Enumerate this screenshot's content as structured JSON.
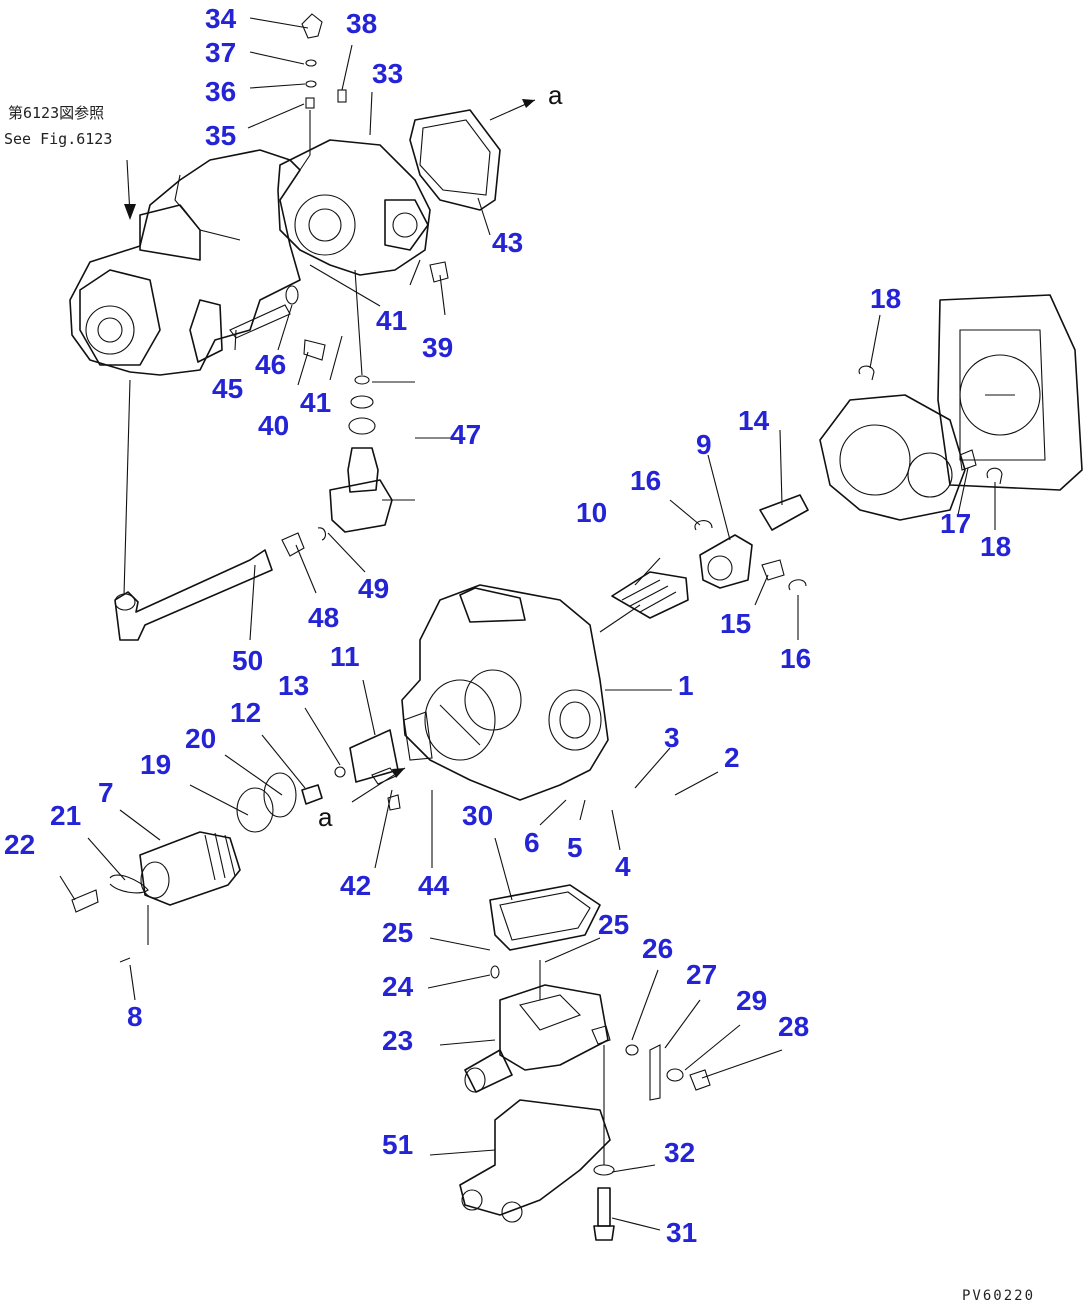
{
  "reference_note": {
    "line1": "第6123図参照",
    "line2": "See Fig.6123"
  },
  "corner_code": "PV60220",
  "section_marker": "a",
  "callouts": [
    "34",
    "37",
    "36",
    "35",
    "38",
    "33",
    "43",
    "18",
    "14",
    "9",
    "16",
    "10",
    "17",
    "18",
    "41",
    "39",
    "46",
    "45",
    "40",
    "41",
    "47",
    "48",
    "49",
    "50",
    "11",
    "13",
    "12",
    "20",
    "19",
    "1",
    "15",
    "16",
    "3",
    "2",
    "7",
    "21",
    "22",
    "42",
    "44",
    "30",
    "6",
    "5",
    "4",
    "25",
    "25",
    "26",
    "27",
    "24",
    "29",
    "28",
    "23",
    "8",
    "51",
    "32",
    "31"
  ],
  "colors": {
    "callout": "#2424d6",
    "line": "#111111",
    "background": "#ffffff"
  }
}
